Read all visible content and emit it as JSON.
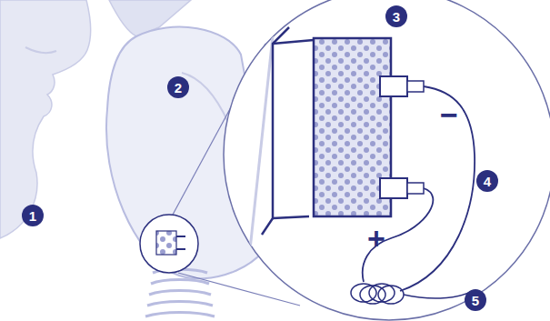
{
  "diagram": {
    "labels": [
      "1",
      "2",
      "3",
      "4",
      "5",
      "−",
      "+"
    ]
  }
}
